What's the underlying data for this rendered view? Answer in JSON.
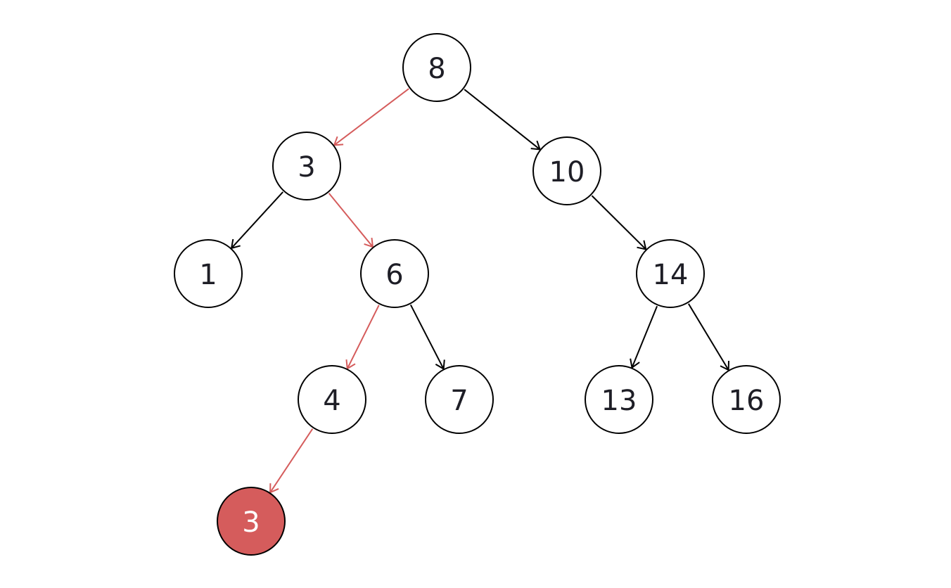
{
  "colors": {
    "edge": "#000000",
    "highlight_edge": "#d55c5c",
    "node_fill": "#ffffff",
    "highlight_fill": "#d55c5c",
    "node_stroke": "#000000"
  },
  "nodes": [
    {
      "id": "n8",
      "label": "8",
      "highlight": false
    },
    {
      "id": "n3",
      "label": "3",
      "highlight": false
    },
    {
      "id": "n10",
      "label": "10",
      "highlight": false
    },
    {
      "id": "n1",
      "label": "1",
      "highlight": false
    },
    {
      "id": "n6",
      "label": "6",
      "highlight": false
    },
    {
      "id": "n14",
      "label": "14",
      "highlight": false
    },
    {
      "id": "n4",
      "label": "4",
      "highlight": false
    },
    {
      "id": "n7",
      "label": "7",
      "highlight": false
    },
    {
      "id": "n13",
      "label": "13",
      "highlight": false
    },
    {
      "id": "n16",
      "label": "16",
      "highlight": false
    },
    {
      "id": "nnew",
      "label": "3",
      "highlight": true
    }
  ],
  "edges": [
    {
      "from": "n8",
      "to": "n3",
      "highlight": true
    },
    {
      "from": "n8",
      "to": "n10",
      "highlight": false
    },
    {
      "from": "n3",
      "to": "n1",
      "highlight": false
    },
    {
      "from": "n3",
      "to": "n6",
      "highlight": true
    },
    {
      "from": "n10",
      "to": "n14",
      "highlight": false
    },
    {
      "from": "n6",
      "to": "n4",
      "highlight": true
    },
    {
      "from": "n6",
      "to": "n7",
      "highlight": false
    },
    {
      "from": "n14",
      "to": "n13",
      "highlight": false
    },
    {
      "from": "n14",
      "to": "n16",
      "highlight": false
    },
    {
      "from": "n4",
      "to": "nnew",
      "highlight": true
    }
  ]
}
